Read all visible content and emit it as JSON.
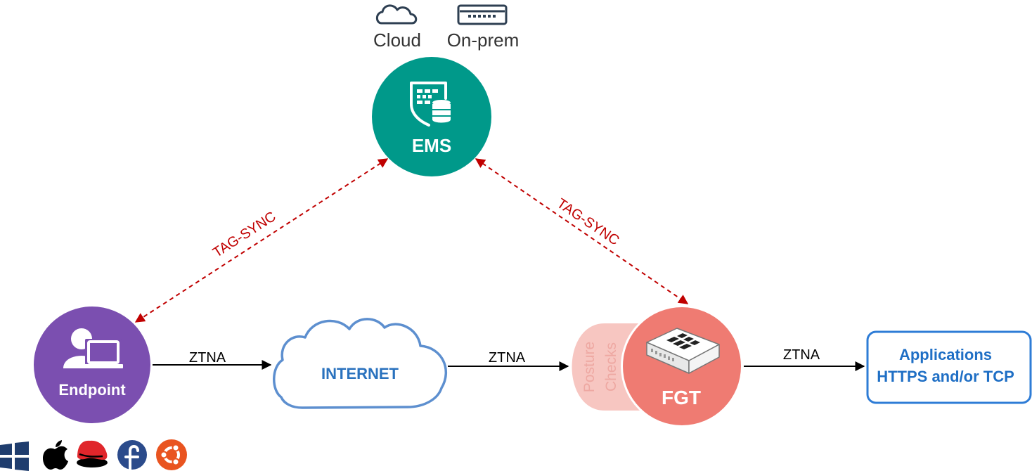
{
  "ems": {
    "label": "EMS",
    "deployment_options": [
      {
        "label": "Cloud",
        "icon": "cloud-icon"
      },
      {
        "label": "On-prem",
        "icon": "appliance-icon"
      }
    ]
  },
  "endpoint": {
    "label": "Endpoint",
    "os_icons": [
      "windows-icon",
      "apple-icon",
      "redhat-icon",
      "fedora-icon",
      "ubuntu-icon"
    ]
  },
  "internet": {
    "label": "INTERNET"
  },
  "fgt": {
    "label": "FGT",
    "posture_checks": [
      "Posture",
      "Checks"
    ]
  },
  "applications": {
    "title": "Applications",
    "subtitle": "HTTPS and/or TCP"
  },
  "links": {
    "tag_sync_left": "TAG-SYNC",
    "tag_sync_right": "TAG-SYNC",
    "ztna_1": "ZTNA",
    "ztna_2": "ZTNA",
    "ztna_3": "ZTNA"
  },
  "colors": {
    "ems": "#00998A",
    "endpoint": "#7B4FB0",
    "fgt": "#EF7B72",
    "posture": "#F7C6C1",
    "posture_text": "#EEA8A2",
    "cloud_outline": "#5D8FCF",
    "app_border": "#2E7CD6",
    "app_text": "#1F6FC5",
    "internet_text": "#2A72BE",
    "tag_sync": "#C00000",
    "icon_dark": "#2E3F52"
  }
}
